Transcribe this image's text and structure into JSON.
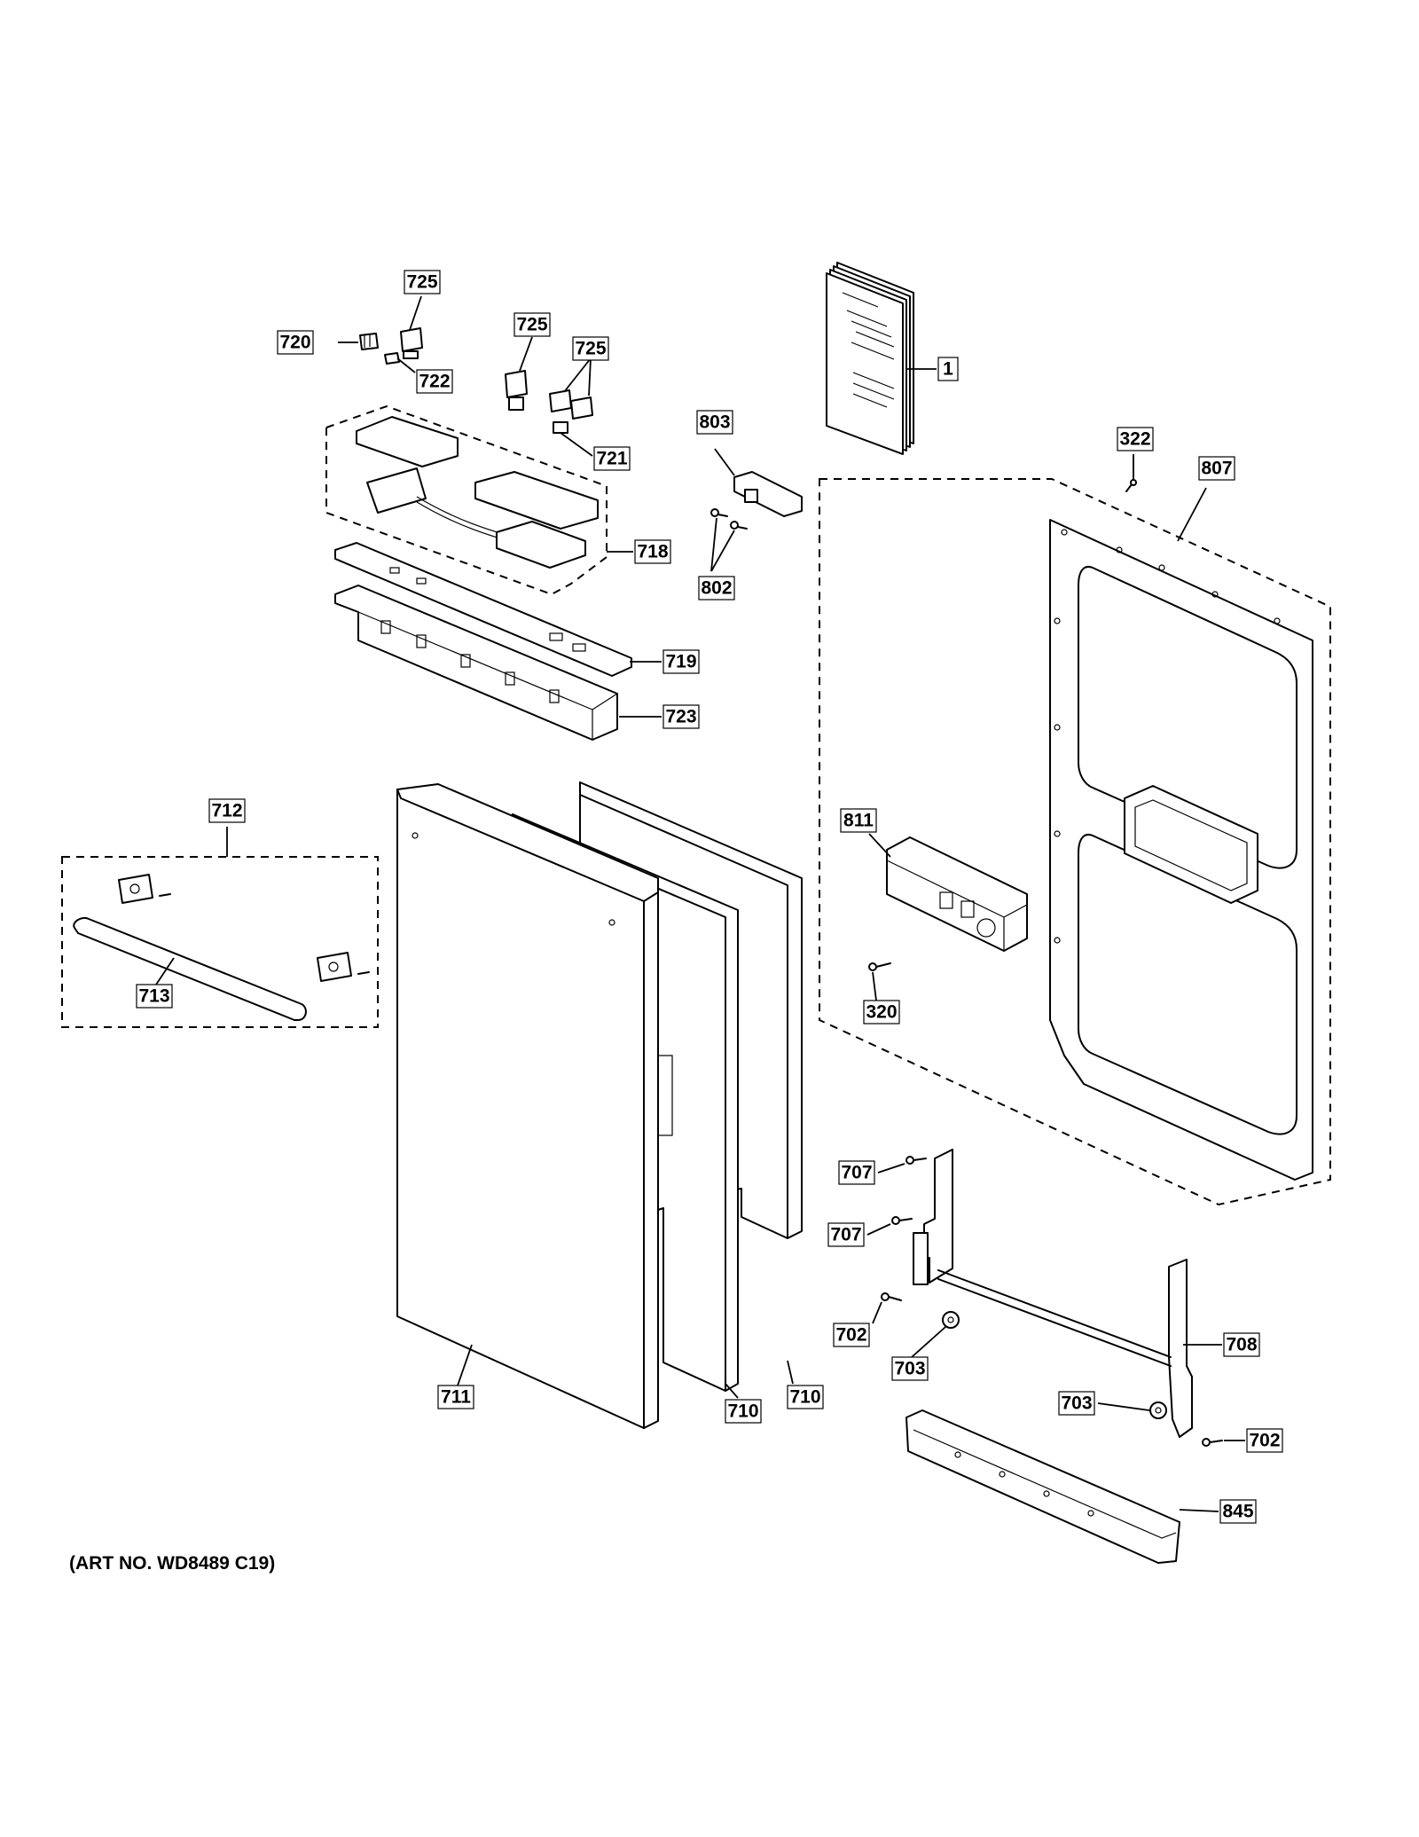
{
  "labels": {
    "l1": "1",
    "l320": "320",
    "l322": "322",
    "l702a": "702",
    "l702b": "702",
    "l703a": "703",
    "l703b": "703",
    "l707a": "707",
    "l707b": "707",
    "l708": "708",
    "l710a": "710",
    "l710b": "710",
    "l711": "711",
    "l712": "712",
    "l713": "713",
    "l718": "718",
    "l719": "719",
    "l720": "720",
    "l721": "721",
    "l722": "722",
    "l723": "723",
    "l725a": "725",
    "l725b": "725",
    "l725c": "725",
    "l802": "802",
    "l803": "803",
    "l807": "807",
    "l811": "811",
    "l845": "845"
  },
  "art_number": "(ART NO. WD8489 C19)"
}
